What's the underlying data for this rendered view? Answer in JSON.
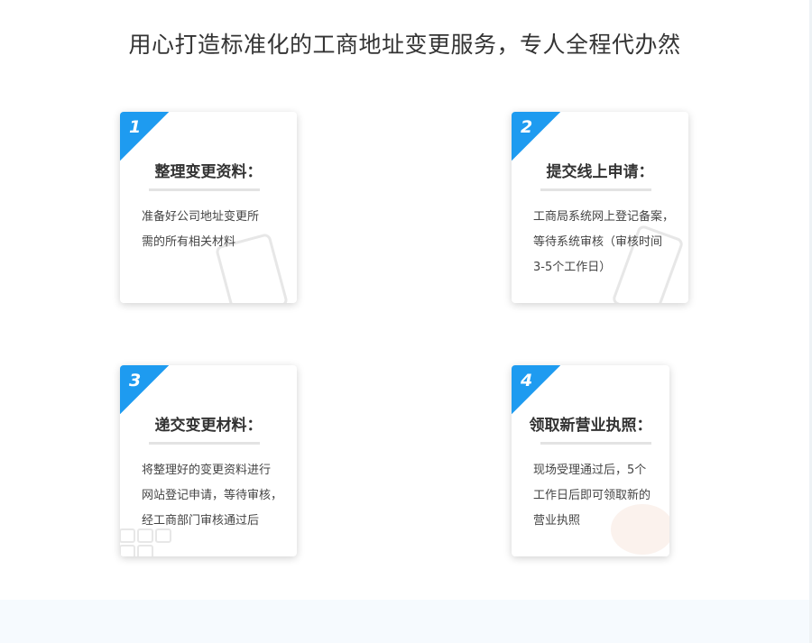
{
  "heading": "用心打造标准化的工商地址变更服务，专人全程代办然",
  "steps": [
    {
      "number": "1",
      "title": "整理变更资料：",
      "lines": [
        "准备好公司地址变更所",
        "需的所有相关材料"
      ]
    },
    {
      "number": "2",
      "title": "提交线上申请：",
      "lines": [
        "工商局系统网上登记备案，",
        "等待系统审核（审核时间",
        "3-5个工作日）"
      ]
    },
    {
      "number": "3",
      "title": "递交变更材料：",
      "lines": [
        "将整理好的变更资料进行",
        "网站登记申请，等待审核，",
        "经工商部门审核通过后"
      ]
    },
    {
      "number": "4",
      "title": "领取新营业执照：",
      "lines": [
        "现场受理通过后，5个",
        "工作日后即可领取新的",
        "营业执照"
      ]
    }
  ],
  "colors": {
    "accent": "#1e9bf0",
    "heading": "#333333",
    "text": "#444444"
  }
}
